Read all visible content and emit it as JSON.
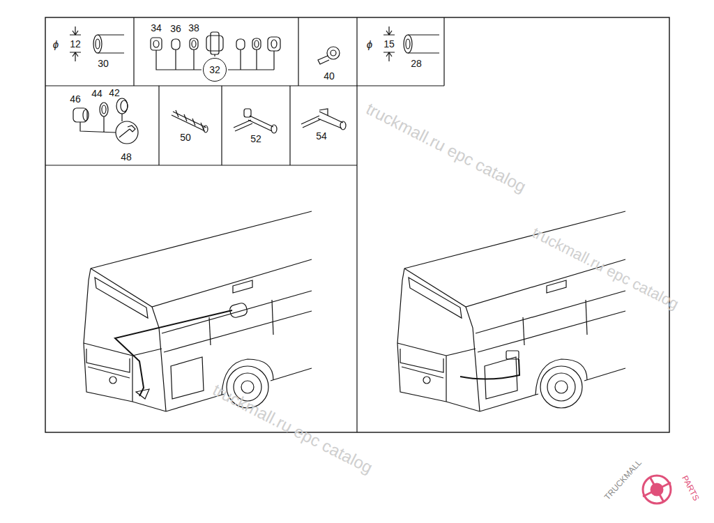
{
  "diagram": {
    "nodes": [
      {
        "text": [
          "32"
        ]
      }
    ],
    "labels": [
      "ϕ",
      "12",
      "30",
      "34",
      "36",
      "38",
      "40",
      "ϕ",
      "15",
      "28",
      "46",
      "44",
      "42",
      "48",
      "50",
      "52",
      "54",
      "truckmall.ru epc catalog",
      "truckmall.ru epc catalog",
      "truckmall.ru epc catalog",
      "TRUCKMALL",
      "PARTS"
    ]
  }
}
